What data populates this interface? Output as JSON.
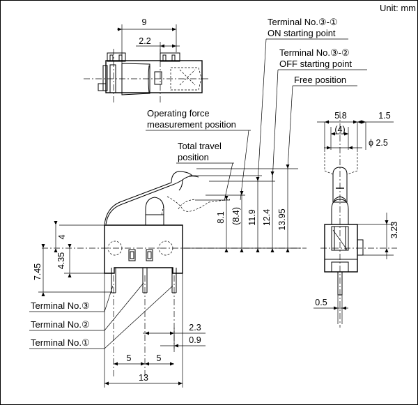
{
  "unit_label": "Unit: mm",
  "callouts": {
    "term31_line1": "Terminal No.③-①",
    "term31_line2": "ON starting point",
    "term32_line1": "Terminal No.③-②",
    "term32_line2": "OFF starting point",
    "free_position": "Free position",
    "opforce_line1": "Operating force",
    "opforce_line2": "measurement position",
    "tt_line1": "Total travel",
    "tt_line2": "position",
    "terminal3": "Terminal No.③",
    "terminal2": "Terminal No.②",
    "terminal1": "Terminal No.①"
  },
  "dimensions": {
    "top_width": "9",
    "top_offset": "2.2",
    "side_width": "5.8",
    "side_inner": "(4)",
    "side_right": "1.5",
    "side_dia": "ϕ 2.5",
    "side_height": "3.23",
    "side_thick": "0.5",
    "h_op": "8.1",
    "h_84": "(8.4)",
    "h_119": "11.9",
    "h_124": "12.4",
    "h_1395": "13.95",
    "body_4": "4",
    "body_435": "4.35",
    "body_745": "7.45",
    "pitch_a": "5",
    "pitch_b": "5",
    "total_width": "13",
    "d_23": "2.3",
    "d_09": "0.9"
  }
}
